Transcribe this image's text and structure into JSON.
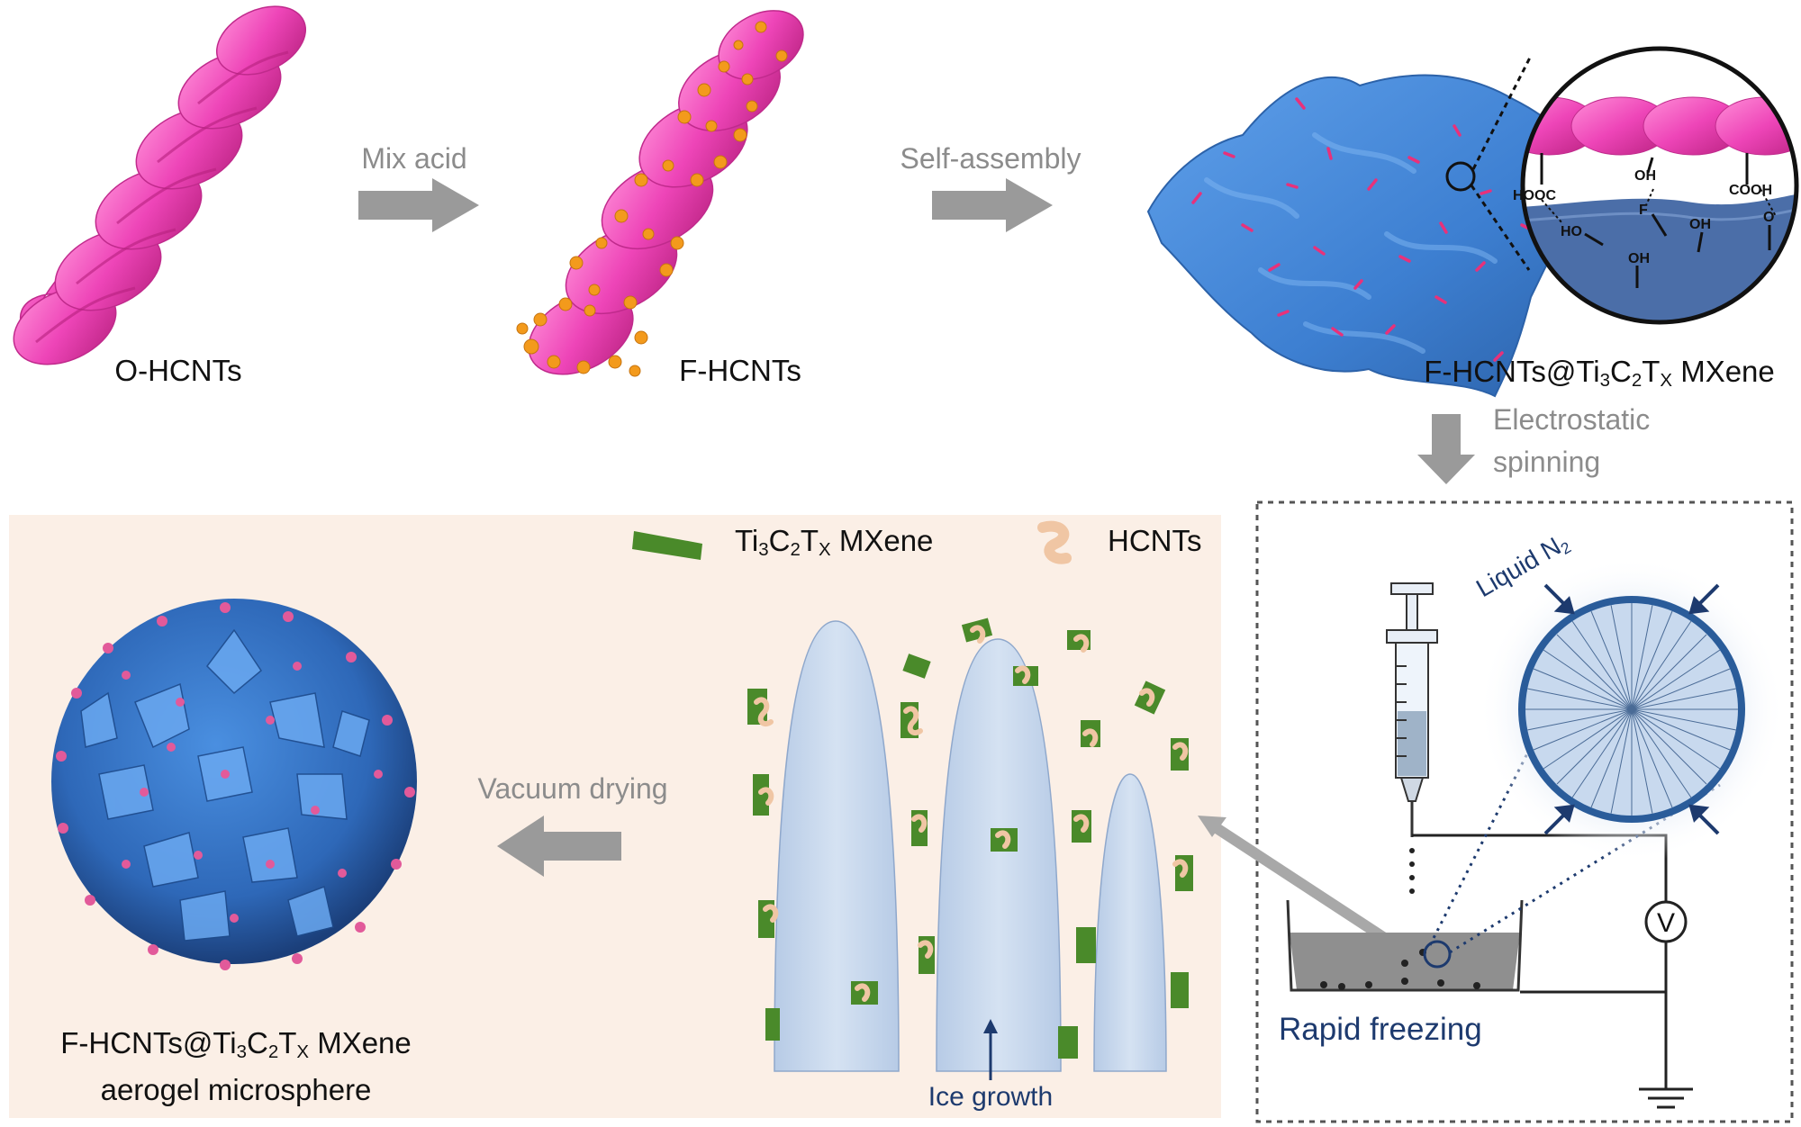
{
  "steps": {
    "o_hcnts": "O-HCNTs",
    "f_hcnts": "F-HCNTs",
    "composite": {
      "prefix": "F-HCNTs@Ti",
      "s1": "3",
      "mid1": "C",
      "s2": "2",
      "mid2": "T",
      "s3": "X",
      "suffix": " MXene"
    },
    "aerogel_line2": "aerogel microsphere"
  },
  "arrows": {
    "mix_acid": "Mix acid",
    "self_assembly": "Self-assembly",
    "electrostatic_line1": "Electrostatic",
    "electrostatic_line2": "spinning",
    "vacuum_drying": "Vacuum drying"
  },
  "legend": {
    "mxene": {
      "prefix": "Ti",
      "s1": "3",
      "mid1": "C",
      "s2": "2",
      "mid2": "T",
      "s3": "X",
      "suffix": " MXene"
    },
    "hcnts": "HCNTs"
  },
  "freezing": {
    "liquid": "Liquid N",
    "liquid_sub": "2",
    "rapid": "Rapid freezing",
    "ice_growth": "Ice growth",
    "voltmeter": "V"
  },
  "inset_groups": {
    "hooc": "HOOC",
    "oh_top": "OH",
    "cooh": "COOH",
    "f": "F",
    "ho": "HO",
    "oh_mid": "OH",
    "oh_low": "OH",
    "o": "O"
  },
  "colors": {
    "helix": "#ee45b8",
    "particle": "#f39a1c",
    "sheet": "#3d7fd1",
    "mxene_flake": "#4a8a2a",
    "hcnt_strand": "#f0c6a4",
    "panel_bg": "#fbefe6",
    "ice": "#c5d6ec",
    "arrow": "#9a9a9a",
    "navy": "#1d3a6e"
  }
}
